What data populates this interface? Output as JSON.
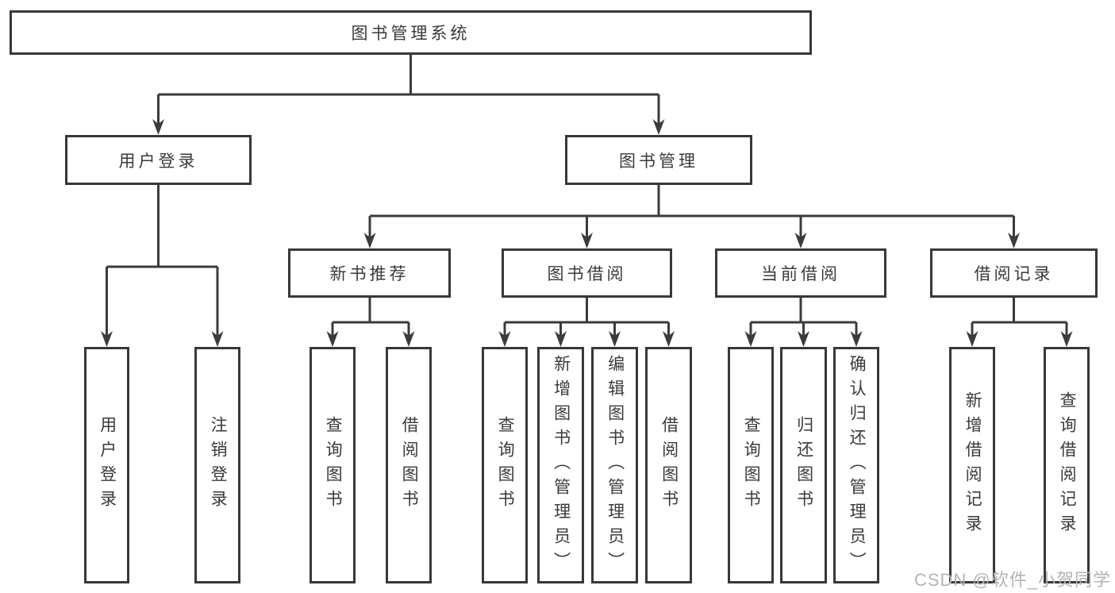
{
  "diagram_title": "图书管理系统",
  "tree": {
    "label": "图书管理系统",
    "children": [
      {
        "label": "用户登录",
        "children": [
          {
            "label": "用户登录"
          },
          {
            "label": "注销登录"
          }
        ]
      },
      {
        "label": "图书管理",
        "children": [
          {
            "label": "新书推荐",
            "children": [
              {
                "label": "查询图书"
              },
              {
                "label": "借阅图书"
              }
            ]
          },
          {
            "label": "图书借阅",
            "children": [
              {
                "label": "查询图书"
              },
              {
                "label": "新增图书（管理员）"
              },
              {
                "label": "编辑图书（管理员）"
              },
              {
                "label": "借阅图书"
              }
            ]
          },
          {
            "label": "当前借阅",
            "children": [
              {
                "label": "查询图书"
              },
              {
                "label": "归还图书"
              },
              {
                "label": "确认归还（管理员）"
              }
            ]
          },
          {
            "label": "借阅记录",
            "children": [
              {
                "label": "新增借阅记录"
              },
              {
                "label": "查询借阅记录"
              }
            ]
          }
        ]
      }
    ]
  },
  "watermark": {
    "text": "CSDN @软件_小贺同学"
  },
  "colors": {
    "line": "#3b3b3b",
    "border": "#383838",
    "text": "#3a3a3a",
    "background": "#ffffff",
    "watermark": "#b7b3b3"
  }
}
